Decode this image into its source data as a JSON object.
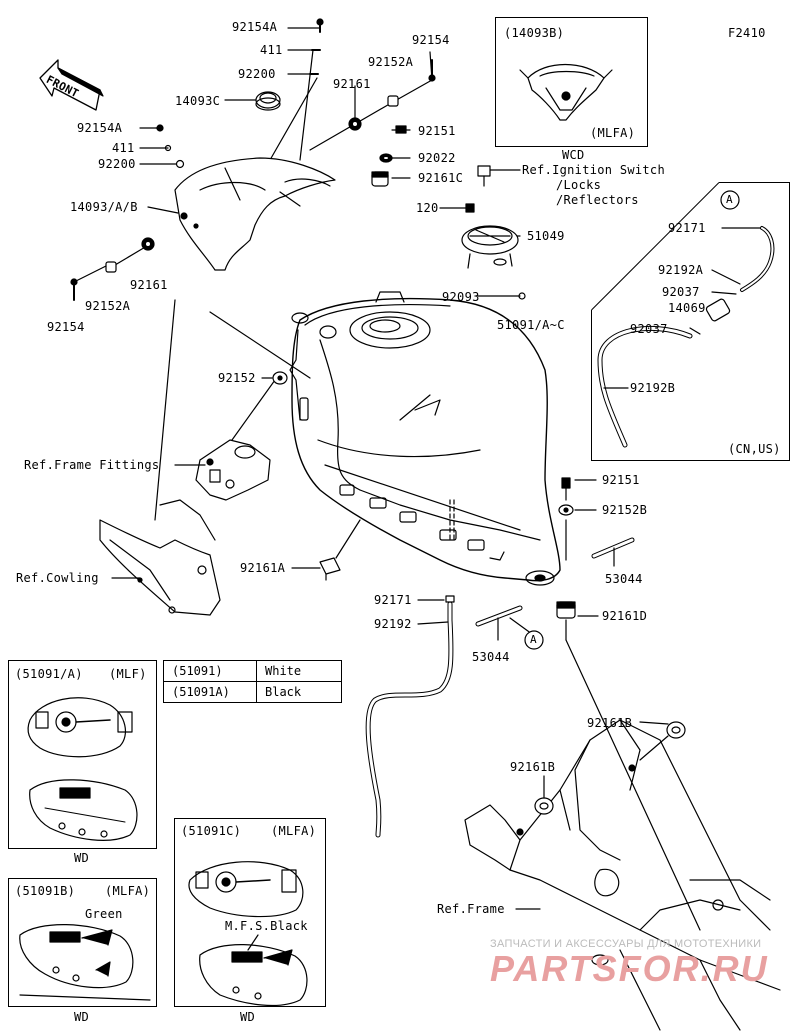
{
  "diagram_code": "F2410",
  "front_label": "FRONT",
  "parts": {
    "p92154A": "92154A",
    "p411_top": "411",
    "p92200_top": "92200",
    "p92154_top": "92154",
    "p92152A_top": "92152A",
    "p14093C": "14093C",
    "p92161_top": "92161",
    "p92154A_left": "92154A",
    "p411_left": "411",
    "p92200_left": "92200",
    "p14093AB": "14093/A/B",
    "p92151_top": "92151",
    "p92022": "92022",
    "p92161C": "92161C",
    "p_ref_ign": "Ref.Ignition Switch",
    "p_ref_locks": "/Locks",
    "p_ref_refl": "/Reflectors",
    "p120": "120",
    "p51049": "51049",
    "p92093": "92093",
    "p51091AC": "51091/A~C",
    "p92161_left": "92161",
    "p92152A_left": "92152A",
    "p92154_left": "92154",
    "p92152": "92152",
    "p_ref_frame_fit": "Ref.Frame Fittings",
    "p_ref_cowling": "Ref.Cowling",
    "p92161A": "92161A",
    "p92151_right": "92151",
    "p92152B": "92152B",
    "p53044_right": "53044",
    "p92171_mid": "92171",
    "p92192_mid": "92192",
    "p53044_mid": "53044",
    "p92161D": "92161D",
    "p92161B_a": "92161B",
    "p92161B_b": "92161B",
    "p_ref_frame": "Ref.Frame"
  },
  "inset_14093B": {
    "code": "(14093B)",
    "variant": "(MLFA)",
    "caption": "WCD"
  },
  "inset_cn_us": {
    "marker": "A",
    "p92171": "92171",
    "p92192A": "92192A",
    "p92037a": "92037",
    "p14069": "14069",
    "p92037b": "92037",
    "p92192B": "92192B",
    "region": "(CN,US)"
  },
  "marker_A": "A",
  "color_table": [
    {
      "code": "(51091)",
      "color": "White"
    },
    {
      "code": "(51091A)",
      "color": "Black"
    }
  ],
  "inset_51091A": {
    "code": "(51091/A)",
    "variant": "(MLF)",
    "caption": "WD"
  },
  "inset_51091B": {
    "code": "(51091B)",
    "variant": "(MLFA)",
    "note": "Green",
    "caption": "WD"
  },
  "inset_51091C": {
    "code": "(51091C)",
    "variant": "(MLFA)",
    "note": "M.F.S.Black",
    "caption": "WD"
  },
  "watermark": {
    "line1": "ЗАПЧАСТИ И АКСЕССУАРЫ ДЛЯ МОТОТЕХНИКИ",
    "line2": "PARTSFOR.RU"
  }
}
